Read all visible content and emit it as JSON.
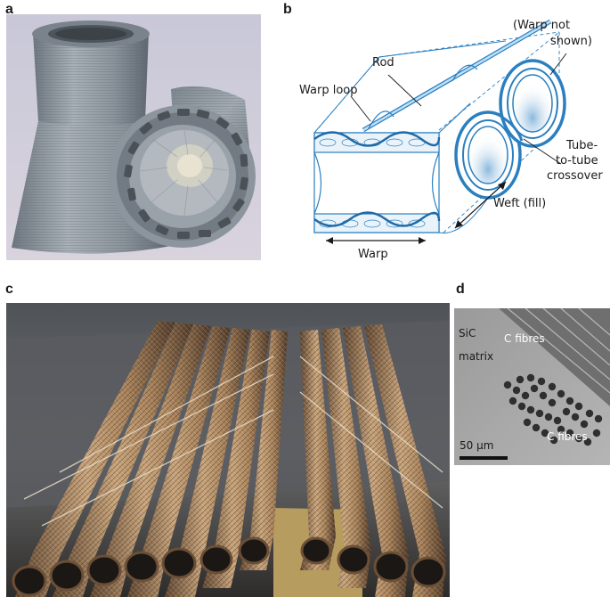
{
  "figure": {
    "panels": {
      "a": {
        "letter": "a"
      },
      "b": {
        "letter": "b",
        "labels": {
          "warp_not_shown_line1": "(Warp not",
          "warp_not_shown_line2": "shown)",
          "rod": "Rod",
          "warp_loop": "Warp loop",
          "tube_line1": "Tube-",
          "tube_line2": "to-tube",
          "tube_line3": "crossover",
          "weft": "Weft (fill)",
          "warp": "Warp"
        }
      },
      "c": {
        "letter": "c"
      },
      "d": {
        "letter": "d",
        "labels": {
          "sic_line1": "SiC",
          "sic_line2": "matrix",
          "c_fibres_top": "C fibres",
          "c_fibres_bottom": "C fibres",
          "scale_bar": "50 μm"
        }
      }
    },
    "colors": {
      "diagram_blue": "#2a7fc0",
      "print_grey": "#8a939c",
      "copper": "#a8825a"
    }
  }
}
